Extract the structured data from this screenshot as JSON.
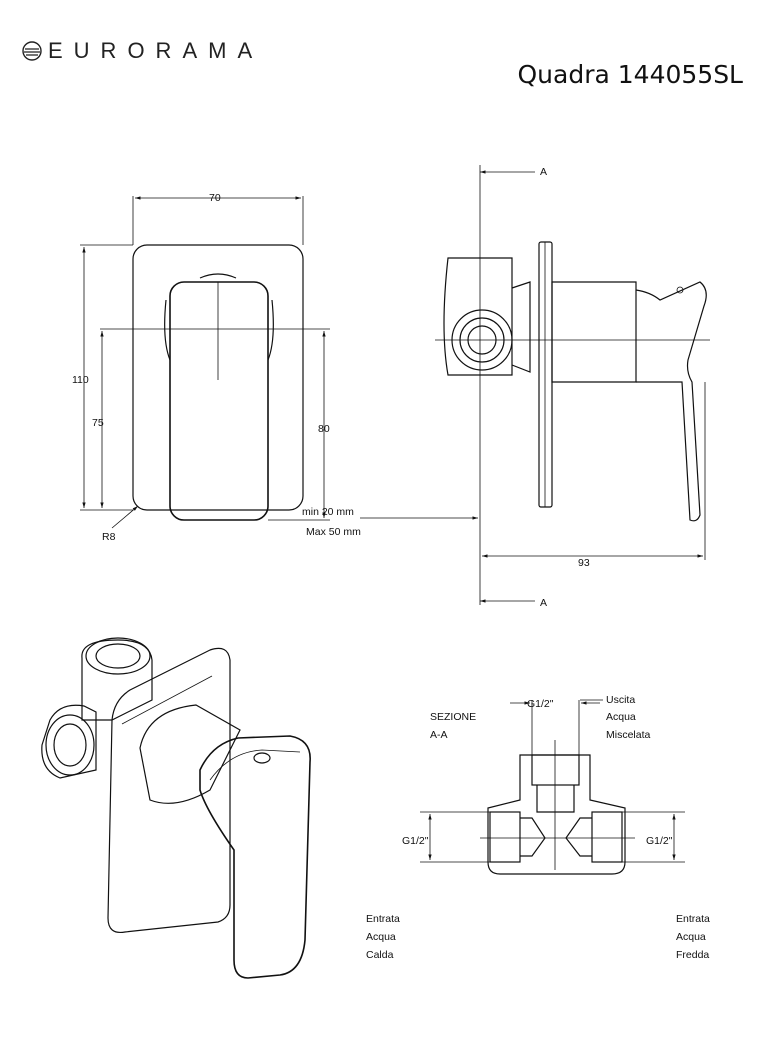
{
  "brand": {
    "name": "EURORAMA"
  },
  "product": {
    "model": "Quadra 144055SL"
  },
  "front_view": {
    "dim_width": "70",
    "dim_height_total": "110",
    "dim_height_75": "75",
    "dim_height_80": "80",
    "radius": "R8",
    "depth_min": "min 20 mm",
    "depth_max": "Max 50 mm"
  },
  "side_view": {
    "section_mark_top": "A",
    "section_mark_bottom": "A",
    "dim_depth": "93"
  },
  "section": {
    "title_line1": "SEZIONE",
    "title_line2": "A-A",
    "thread_top": "G1/2\"",
    "thread_left": "G1/2\"",
    "thread_right": "G1/2\"",
    "outlet_line1": "Uscita",
    "outlet_line2": "Acqua",
    "outlet_line3": "Miscelata",
    "hot_line1": "Entrata",
    "hot_line2": "Acqua",
    "hot_line3": "Calda",
    "cold_line1": "Entrata",
    "cold_line2": "Acqua",
    "cold_line3": "Fredda"
  }
}
